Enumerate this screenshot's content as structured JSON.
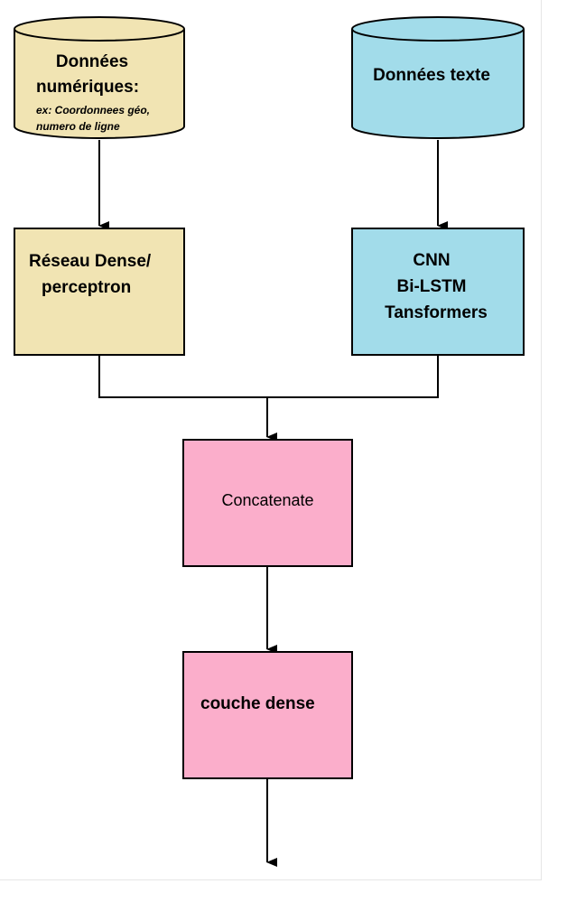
{
  "colors": {
    "cylinder_numeric": "#f1e4b3",
    "cylinder_text": "#a2dcea",
    "box_dense": "#f1e4b3",
    "box_text": "#a2dcea",
    "box_pink": "#fbaecb",
    "stroke": "#000000"
  },
  "nodes": {
    "numeric_data": {
      "title": "Données",
      "title2": "numériques:",
      "example_line1": "ex: Coordonnees géo,",
      "example_line2": "numero de ligne"
    },
    "text_data": {
      "title": "Données texte"
    },
    "dense_network": {
      "line1": "Réseau Dense/",
      "line2": "perceptron"
    },
    "text_models": {
      "line1": "CNN",
      "line2": "Bi-LSTM",
      "line3": "Tansformers"
    },
    "concatenate": {
      "label": "Concatenate"
    },
    "dense_layer": {
      "label": "couche dense"
    }
  }
}
